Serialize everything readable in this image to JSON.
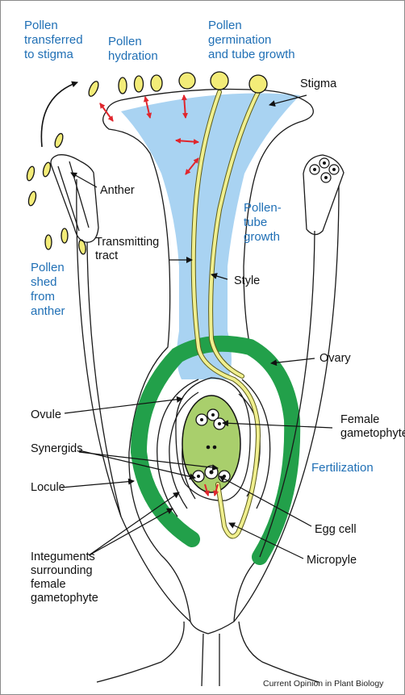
{
  "stage_labels": {
    "pollen_transferred": [
      "Pollen",
      "transferred",
      "to stigma"
    ],
    "pollen_hydration": [
      "Pollen",
      "hydration"
    ],
    "pollen_germination": [
      "Pollen",
      "germination",
      "and tube growth"
    ],
    "pollen_tube_growth": [
      "Pollen-",
      "tube",
      "growth"
    ],
    "pollen_shed": [
      "Pollen",
      "shed",
      "from",
      "anther"
    ],
    "fertilization": [
      "Fertilization"
    ]
  },
  "part_labels": {
    "stigma": [
      "Stigma"
    ],
    "anther": [
      "Anther"
    ],
    "transmitting_tract": [
      "Transmitting",
      "tract"
    ],
    "style": [
      "Style"
    ],
    "ovary": [
      "Ovary"
    ],
    "ovule": [
      "Ovule"
    ],
    "female_gametophyte": [
      "Female",
      "gametophyte"
    ],
    "synergids": [
      "Synergids"
    ],
    "locule": [
      "Locule"
    ],
    "egg_cell": [
      "Egg cell"
    ],
    "micropyle": [
      "Micropyle"
    ],
    "integuments": [
      "Integuments",
      "surrounding",
      "female",
      "gametophyte"
    ]
  },
  "credit": "Current Opinion in Plant Biology",
  "colors": {
    "stage_text": "#1f6fb5",
    "transmitting_tract": "#a9d3f2",
    "ovary_wall": "#22a04a",
    "female_gametophyte": "#a9cf6c",
    "pollen": "#f3ec78",
    "pollen_tube": "#f0ef8e",
    "arrows": "#e0262d"
  }
}
